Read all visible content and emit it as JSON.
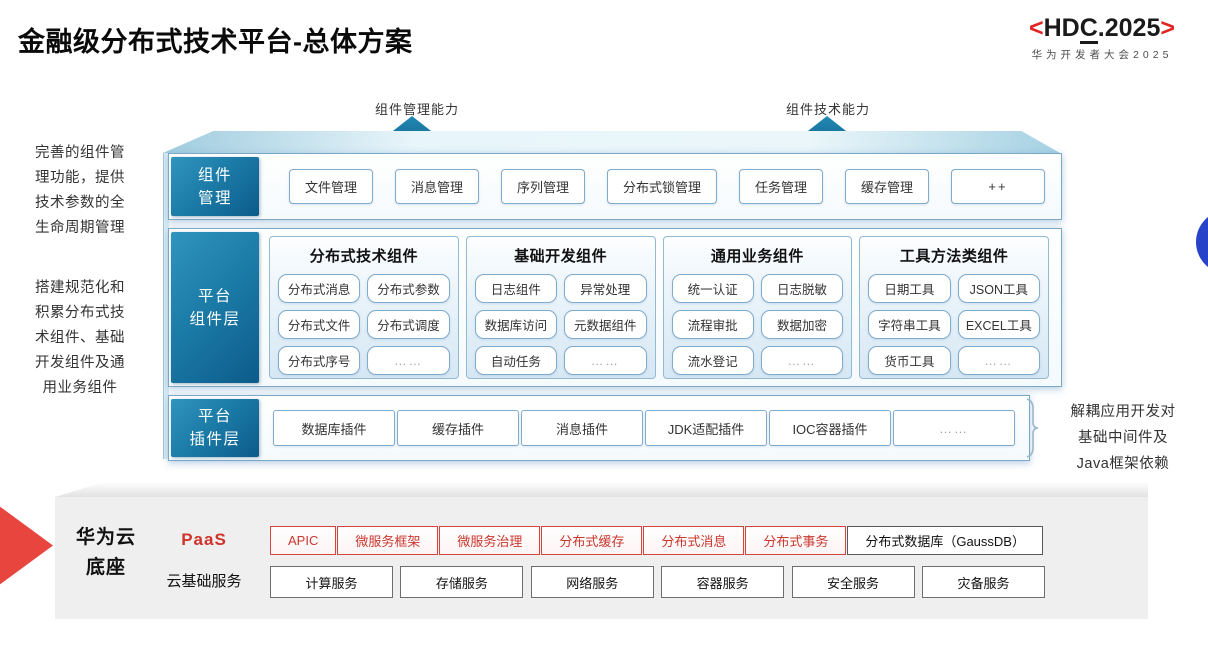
{
  "title": "金融级分布式技术平台-总体方案",
  "logo": {
    "left_bracket": "<",
    "pre": "HD",
    "underlined": "C",
    "post": ".2025",
    "right_bracket": ">",
    "subtitle": "华为开发者大会2025"
  },
  "arrows": {
    "left_label": "组件管理能力",
    "right_label": "组件技术能力"
  },
  "annotations": {
    "left_top": "完善的组件管理功能，提供技术参数的全生命周期管理",
    "left_bottom": "搭建规范化和积累分布式技术组件、基础开发组件及通用业务组件",
    "right_lines": [
      "解耦应用开发对",
      "基础中间件及",
      "Java框架依赖"
    ]
  },
  "layers": {
    "component_mgmt": {
      "label_lines": [
        "组件",
        "管理"
      ],
      "items": [
        "文件管理",
        "消息管理",
        "序列管理",
        "分布式锁管理",
        "任务管理",
        "缓存管理",
        "++"
      ]
    },
    "platform_components": {
      "label_lines": [
        "平台",
        "组件层"
      ],
      "columns": [
        {
          "title": "分布式技术组件",
          "items": [
            "分布式消息",
            "分布式参数",
            "分布式文件",
            "分布式调度",
            "分布式序号",
            "……"
          ]
        },
        {
          "title": "基础开发组件",
          "items": [
            "日志组件",
            "异常处理",
            "数据库访问",
            "元数据组件",
            "自动任务",
            "……"
          ]
        },
        {
          "title": "通用业务组件",
          "items": [
            "统一认证",
            "日志脱敏",
            "流程审批",
            "数据加密",
            "流水登记",
            "……"
          ]
        },
        {
          "title": "工具方法类组件",
          "items": [
            "日期工具",
            "JSON工具",
            "字符串工具",
            "EXCEL工具",
            "货币工具",
            "……"
          ]
        }
      ]
    },
    "platform_plugins": {
      "label_lines": [
        "平台",
        "插件层"
      ],
      "items": [
        "数据库插件",
        "缓存插件",
        "消息插件",
        "JDK适配插件",
        "IOC容器插件",
        "……"
      ]
    }
  },
  "foundation": {
    "label_lines": [
      "华为云",
      "底座"
    ],
    "paas": {
      "label": "PaaS",
      "items": [
        "APIC",
        "微服务框架",
        "微服务治理",
        "分布式缓存",
        "分布式消息",
        "分布式事务"
      ],
      "neutral_item": "分布式数据库（GaussDB）"
    },
    "cloud": {
      "label": "云基础服务",
      "items": [
        "计算服务",
        "存储服务",
        "网络服务",
        "容器服务",
        "安全服务",
        "灾备服务"
      ]
    }
  },
  "colors": {
    "label_teal_dark": "#0c5b8a",
    "label_teal_light": "#2f95be",
    "row_border": "#7aa9c8",
    "arrow_teal": "#17709b",
    "hdc_red": "#e02424",
    "paas_red": "#cf3329",
    "foundation_gray": "#efefef",
    "accent_blue_circle": "#2743c7",
    "red_arrow": "#e8453f"
  }
}
